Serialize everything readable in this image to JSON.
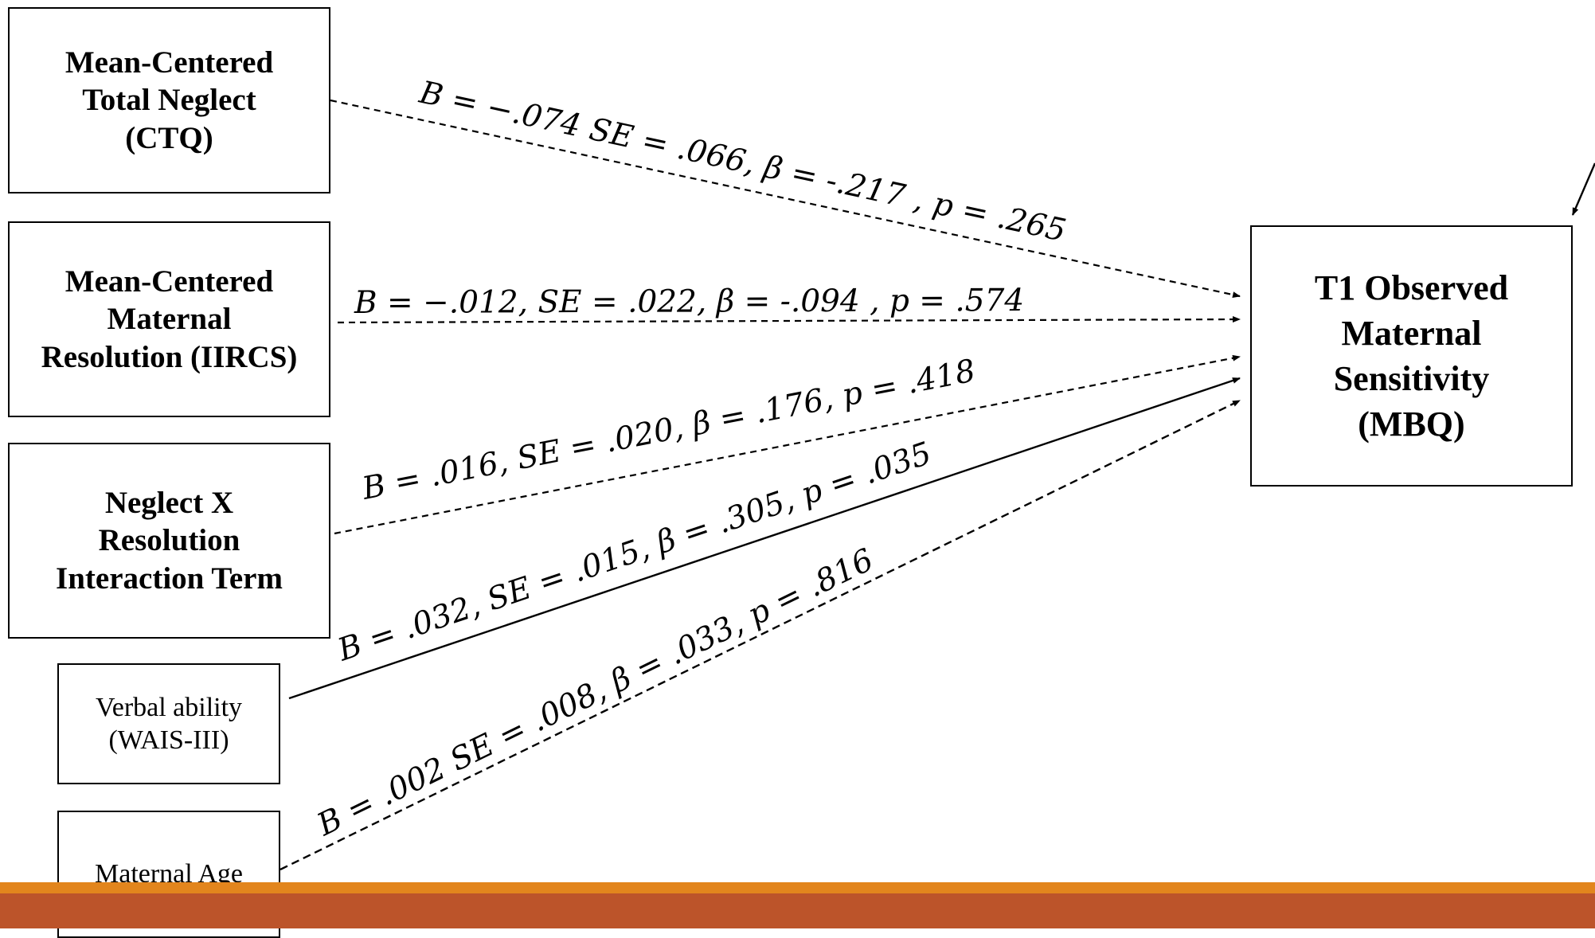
{
  "diagram": {
    "predictors": [
      {
        "id": "ctq",
        "label": "Mean-Centered\nTotal Neglect\n(CTQ)"
      },
      {
        "id": "iircs",
        "label": "Mean-Centered\nMaternal\nResolution (IIRCS)"
      },
      {
        "id": "int",
        "label": "Neglect X\nResolution\nInteraction Term"
      },
      {
        "id": "wais",
        "label": "Verbal ability\n(WAIS-III)"
      },
      {
        "id": "age",
        "label": "Maternal Age"
      }
    ],
    "outcome": {
      "label": "T1 Observed\nMaternal\nSensitivity\n(MBQ)"
    },
    "paths": [
      {
        "from": "ctq",
        "style": "dashed",
        "label": "B = −.074 SE =  .066, β = -.217 , p  = .265"
      },
      {
        "from": "iircs",
        "style": "dashed",
        "label": "B = −.012,  SE =  .022, β = -.094 , p  = .574"
      },
      {
        "from": "int",
        "style": "dashed",
        "label": "B =  .016,  SE =  .020, β = .176, p  = .418"
      },
      {
        "from": "wais",
        "style": "solid",
        "label": "B =  .032,  SE =  .015, β = .305, p  = .035"
      },
      {
        "from": "age",
        "style": "dashed",
        "label": "B = .002  SE =  .008, β = .033, p  = .816"
      }
    ],
    "error_arrow": true
  },
  "colors": {
    "footer_dark": "#bc542a",
    "footer_light": "#e2851d",
    "line": "#000000"
  }
}
